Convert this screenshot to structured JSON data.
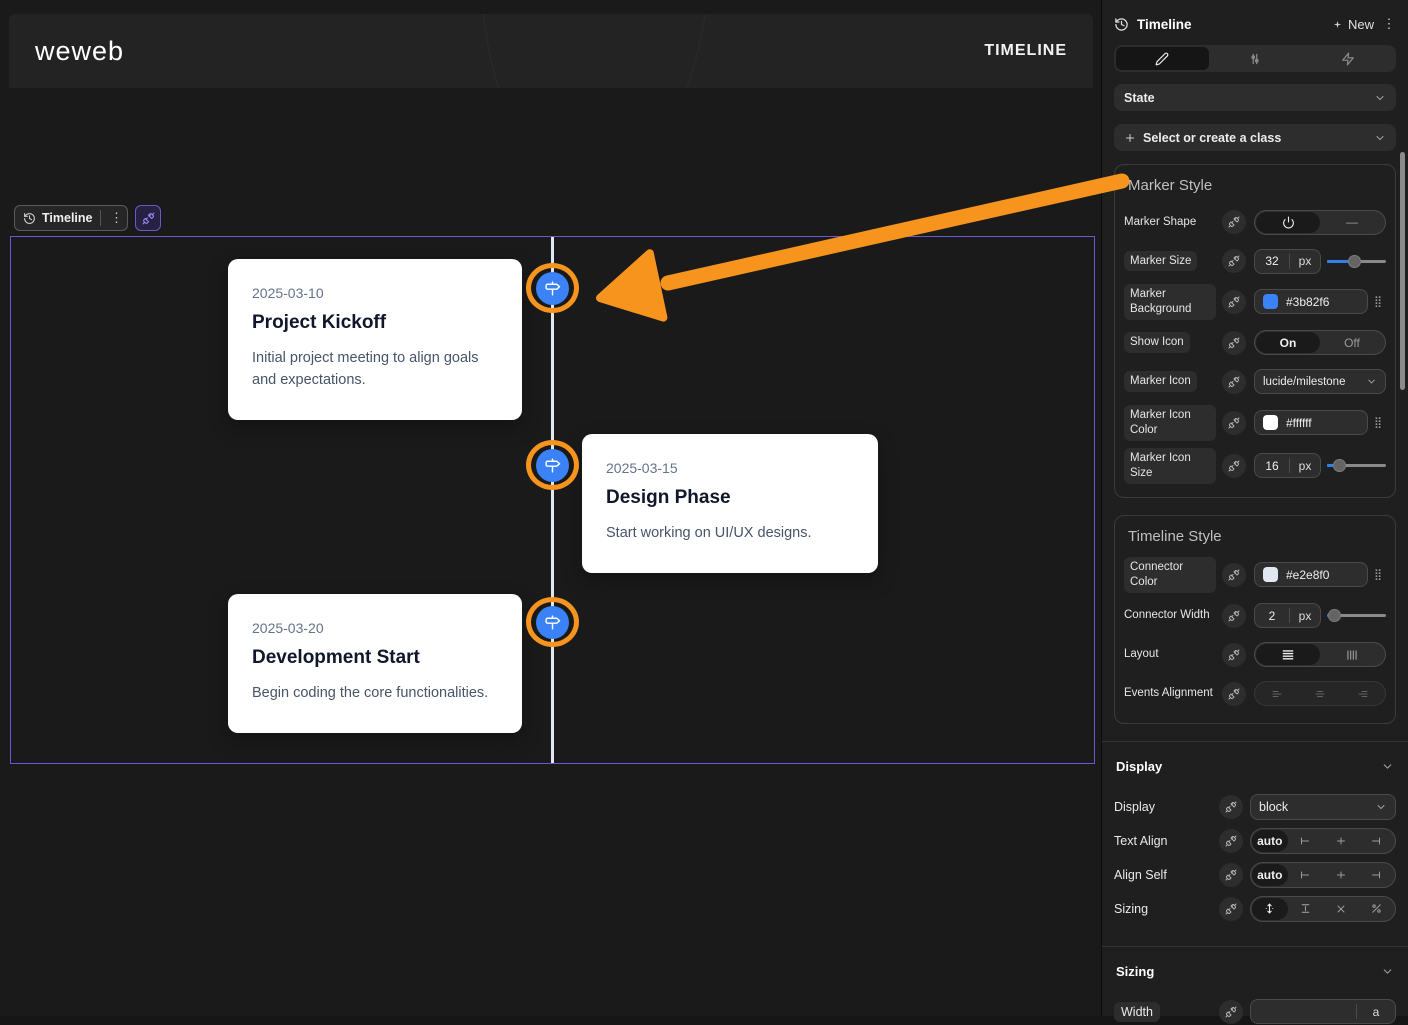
{
  "canvas": {
    "logo": "weweb",
    "page_title": "TIMELINE",
    "selection_badge_label": "Timeline",
    "timeline": {
      "marker_color": "#3b82f6",
      "connector_color": "#e2e8f0",
      "annotation_color": "#f7941e",
      "events": [
        {
          "date": "2025-03-10",
          "title": "Project Kickoff",
          "description": "Initial project meeting to align goals and expectations.",
          "side": "left"
        },
        {
          "date": "2025-03-15",
          "title": "Design Phase",
          "description": "Start working on UI/UX designs.",
          "side": "right"
        },
        {
          "date": "2025-03-20",
          "title": "Development Start",
          "description": "Begin coding the core functionalities.",
          "side": "left"
        }
      ]
    }
  },
  "panel": {
    "title": "Timeline",
    "new_label": "New",
    "state_label": "State",
    "class_placeholder": "Select or create a class",
    "marker_style": {
      "heading": "Marker Style",
      "marker_shape_label": "Marker Shape",
      "marker_size_label": "Marker Size",
      "marker_size_value": "32",
      "marker_size_unit": "px",
      "marker_background_label": "Marker Background",
      "marker_background_value": "#3b82f6",
      "show_icon_label": "Show Icon",
      "show_icon_on": "On",
      "show_icon_off": "Off",
      "marker_icon_label": "Marker Icon",
      "marker_icon_value": "lucide/milestone",
      "marker_icon_color_label": "Marker Icon Color",
      "marker_icon_color_value": "#ffffff",
      "marker_icon_size_label": "Marker Icon Size",
      "marker_icon_size_value": "16",
      "marker_icon_size_unit": "px"
    },
    "timeline_style": {
      "heading": "Timeline Style",
      "connector_color_label": "Connector Color",
      "connector_color_value": "#e2e8f0",
      "connector_width_label": "Connector Width",
      "connector_width_value": "2",
      "connector_width_unit": "px",
      "layout_label": "Layout",
      "events_alignment_label": "Events Alignment"
    },
    "display_section": {
      "heading": "Display",
      "display_label": "Display",
      "display_value": "block",
      "text_align_label": "Text Align",
      "text_align_value": "auto",
      "align_self_label": "Align Self",
      "align_self_value": "auto",
      "sizing_label": "Sizing"
    },
    "sizing_section": {
      "heading": "Sizing",
      "width_label": "Width",
      "width_value": "",
      "width_unit": "a"
    }
  }
}
